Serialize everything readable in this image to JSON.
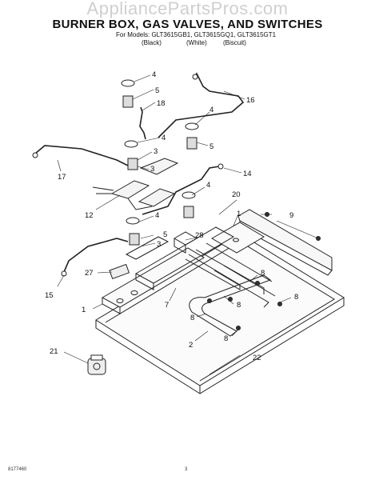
{
  "watermark": "AppliancePartsPros.com",
  "title": "BURNER BOX, GAS VALVES, AND SWITCHES",
  "models_line": "For Models: GLT3615GB1, GLT3615GQ1, GLT3615GT1",
  "colors": [
    "(Black)",
    "(White)",
    "(Biscuit)"
  ],
  "footer_code": "8177460",
  "page_number": "3",
  "callouts": {
    "c4a": "4",
    "c5a": "5",
    "c18": "18",
    "c16": "16",
    "c4b": "4",
    "c4c": "4",
    "c3a": "3",
    "c5b": "5",
    "c17": "17",
    "c14": "14",
    "c4d": "4",
    "c3b": "3",
    "c20": "20",
    "c12": "12",
    "c4e": "4",
    "c5c": "5",
    "c9": "9",
    "c1a": "1",
    "c28": "28",
    "c3c": "3",
    "c27": "27",
    "c8a": "8",
    "c15": "15",
    "c7": "7",
    "c8b": "8",
    "c1b": "1",
    "c8c": "8",
    "c8d": "8",
    "c2": "2",
    "c8e": "8",
    "c21": "21",
    "c22": "22"
  }
}
